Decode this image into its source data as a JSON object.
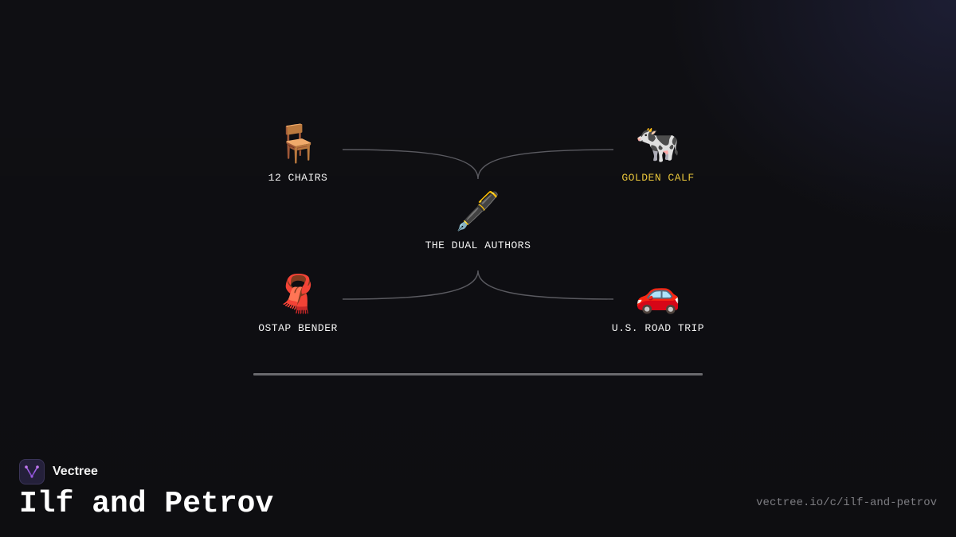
{
  "diagram": {
    "center": {
      "icon": "fountain-pen-icon",
      "glyph": "🖋️",
      "label": "THE DUAL AUTHORS"
    },
    "nodes": [
      {
        "icon": "chair-icon",
        "glyph": "🪑",
        "label": "12 CHAIRS",
        "highlight": false
      },
      {
        "icon": "cow-icon",
        "glyph": "🐄",
        "label": "GOLDEN CALF",
        "highlight": true
      },
      {
        "icon": "scarf-icon",
        "glyph": "🧣",
        "label": "OSTAP BENDER",
        "highlight": false
      },
      {
        "icon": "car-icon",
        "glyph": "🚗",
        "label": "U.S. ROAD TRIP",
        "highlight": false
      }
    ],
    "highlight_color": "#e8c53a",
    "connector_color": "#5a5a60"
  },
  "footer": {
    "brand_name": "Vectree",
    "brand_icon": "vectree-logo-icon",
    "title": "Ilf and Petrov",
    "url": "vectree.io/c/ilf-and-petrov"
  },
  "colors": {
    "background": "#0f0f13",
    "text": "#ffffff",
    "muted": "#7d7d82"
  }
}
